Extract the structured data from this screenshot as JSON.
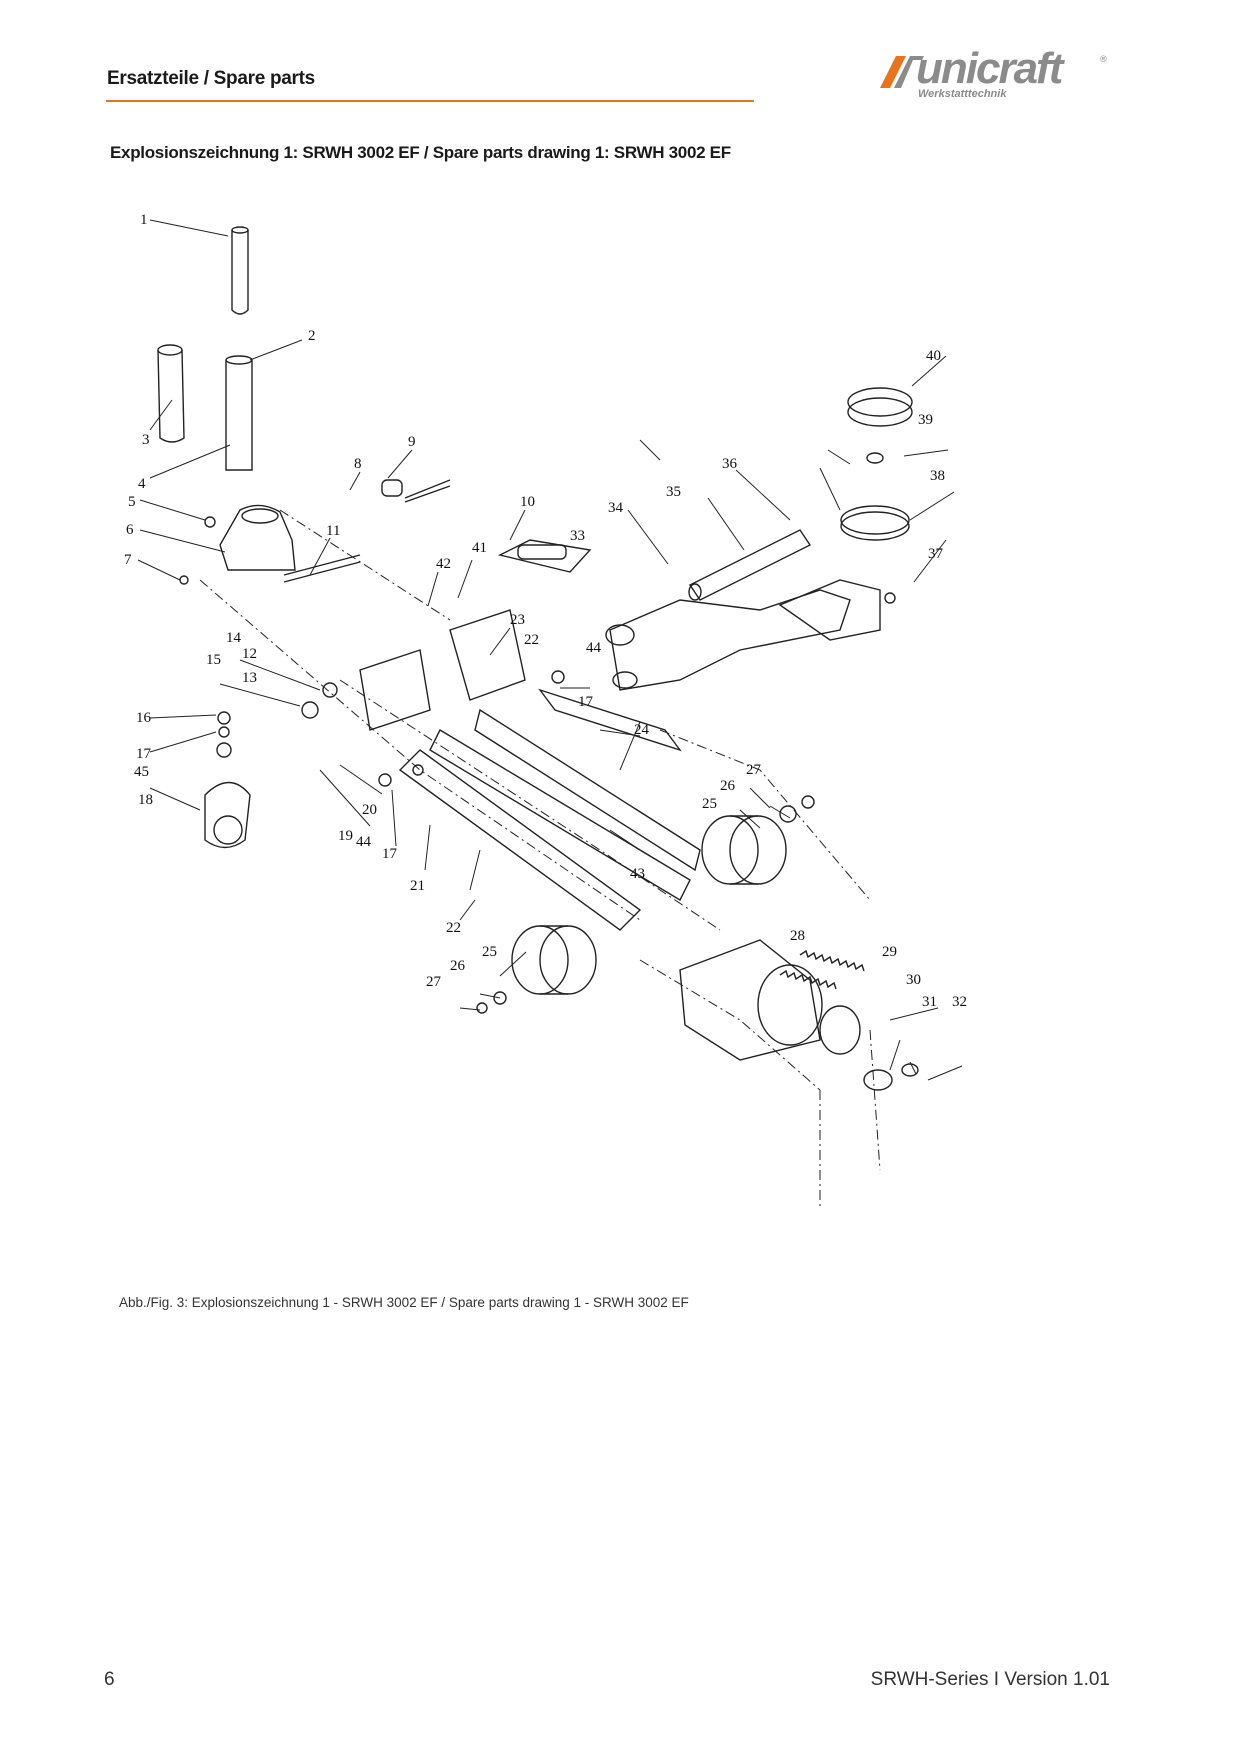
{
  "header": {
    "title": "Ersatzteile / Spare parts",
    "logo_word": "unicraft",
    "logo_sub": "Werkstatttechnik",
    "logo_reg": "®",
    "accent_color": "#e8731e",
    "logo_orange": "#e8731e",
    "logo_gray": "#8b8b8b"
  },
  "section": {
    "title": "Explosionszeichnung 1: SRWH 3002 EF / Spare parts drawing 1: SRWH 3002 EF"
  },
  "drawing": {
    "labels": [
      "1",
      "2",
      "3",
      "4",
      "5",
      "6",
      "7",
      "8",
      "9",
      "10",
      "11",
      "12",
      "13",
      "14",
      "15",
      "16",
      "17",
      "17",
      "17",
      "18",
      "19",
      "20",
      "21",
      "22",
      "22",
      "23",
      "24",
      "25",
      "25",
      "26",
      "26",
      "27",
      "27",
      "28",
      "29",
      "30",
      "31",
      "32",
      "33",
      "34",
      "35",
      "36",
      "37",
      "38",
      "39",
      "40",
      "41",
      "42",
      "43",
      "44",
      "44",
      "45"
    ]
  },
  "caption": "Abb./Fig. 3:  Explosionszeichnung 1 - SRWH 3002 EF / Spare parts drawing 1 - SRWH 3002 EF",
  "footer": {
    "page": "6",
    "doc": "SRWH-Series I Version 1.01"
  }
}
